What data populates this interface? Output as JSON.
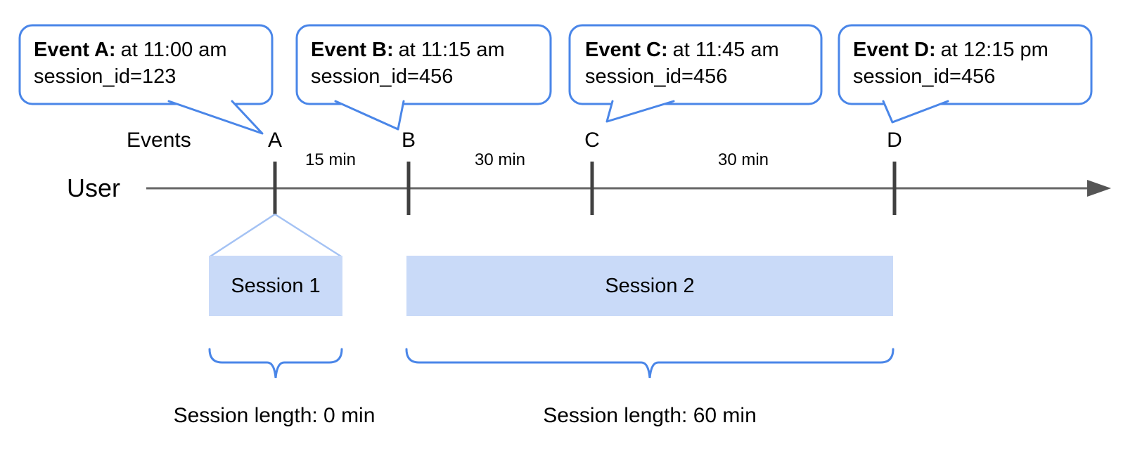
{
  "diagram": {
    "title_semantics": "Event sessionization timeline",
    "events_axis_label": "Events",
    "user_label": "User",
    "events": [
      {
        "letter": "A",
        "callout_title": "Event A:",
        "callout_time": "at 11:00 am",
        "callout_session": "session_id=123"
      },
      {
        "letter": "B",
        "callout_title": "Event B:",
        "callout_time": "at 11:15 am",
        "callout_session": "session_id=456"
      },
      {
        "letter": "C",
        "callout_title": "Event C:",
        "callout_time": "at 11:45 am",
        "callout_session": "session_id=456"
      },
      {
        "letter": "D",
        "callout_title": "Event D:",
        "callout_time": "at 12:15 pm",
        "callout_session": "session_id=456"
      }
    ],
    "intervals": [
      {
        "label": "15 min"
      },
      {
        "label": "30 min"
      },
      {
        "label": "30 min"
      }
    ],
    "sessions": [
      {
        "label": "Session 1",
        "length_label": "Session length: 0 min"
      },
      {
        "label": "Session 2",
        "length_label": "Session length: 60 min"
      }
    ],
    "colors": {
      "accent": "#4a86e8",
      "accent_light": "#a4c2f4",
      "session_fill": "#c9daf8",
      "line_gray": "#666666",
      "tick_gray": "#404040",
      "text": "#000000"
    }
  }
}
